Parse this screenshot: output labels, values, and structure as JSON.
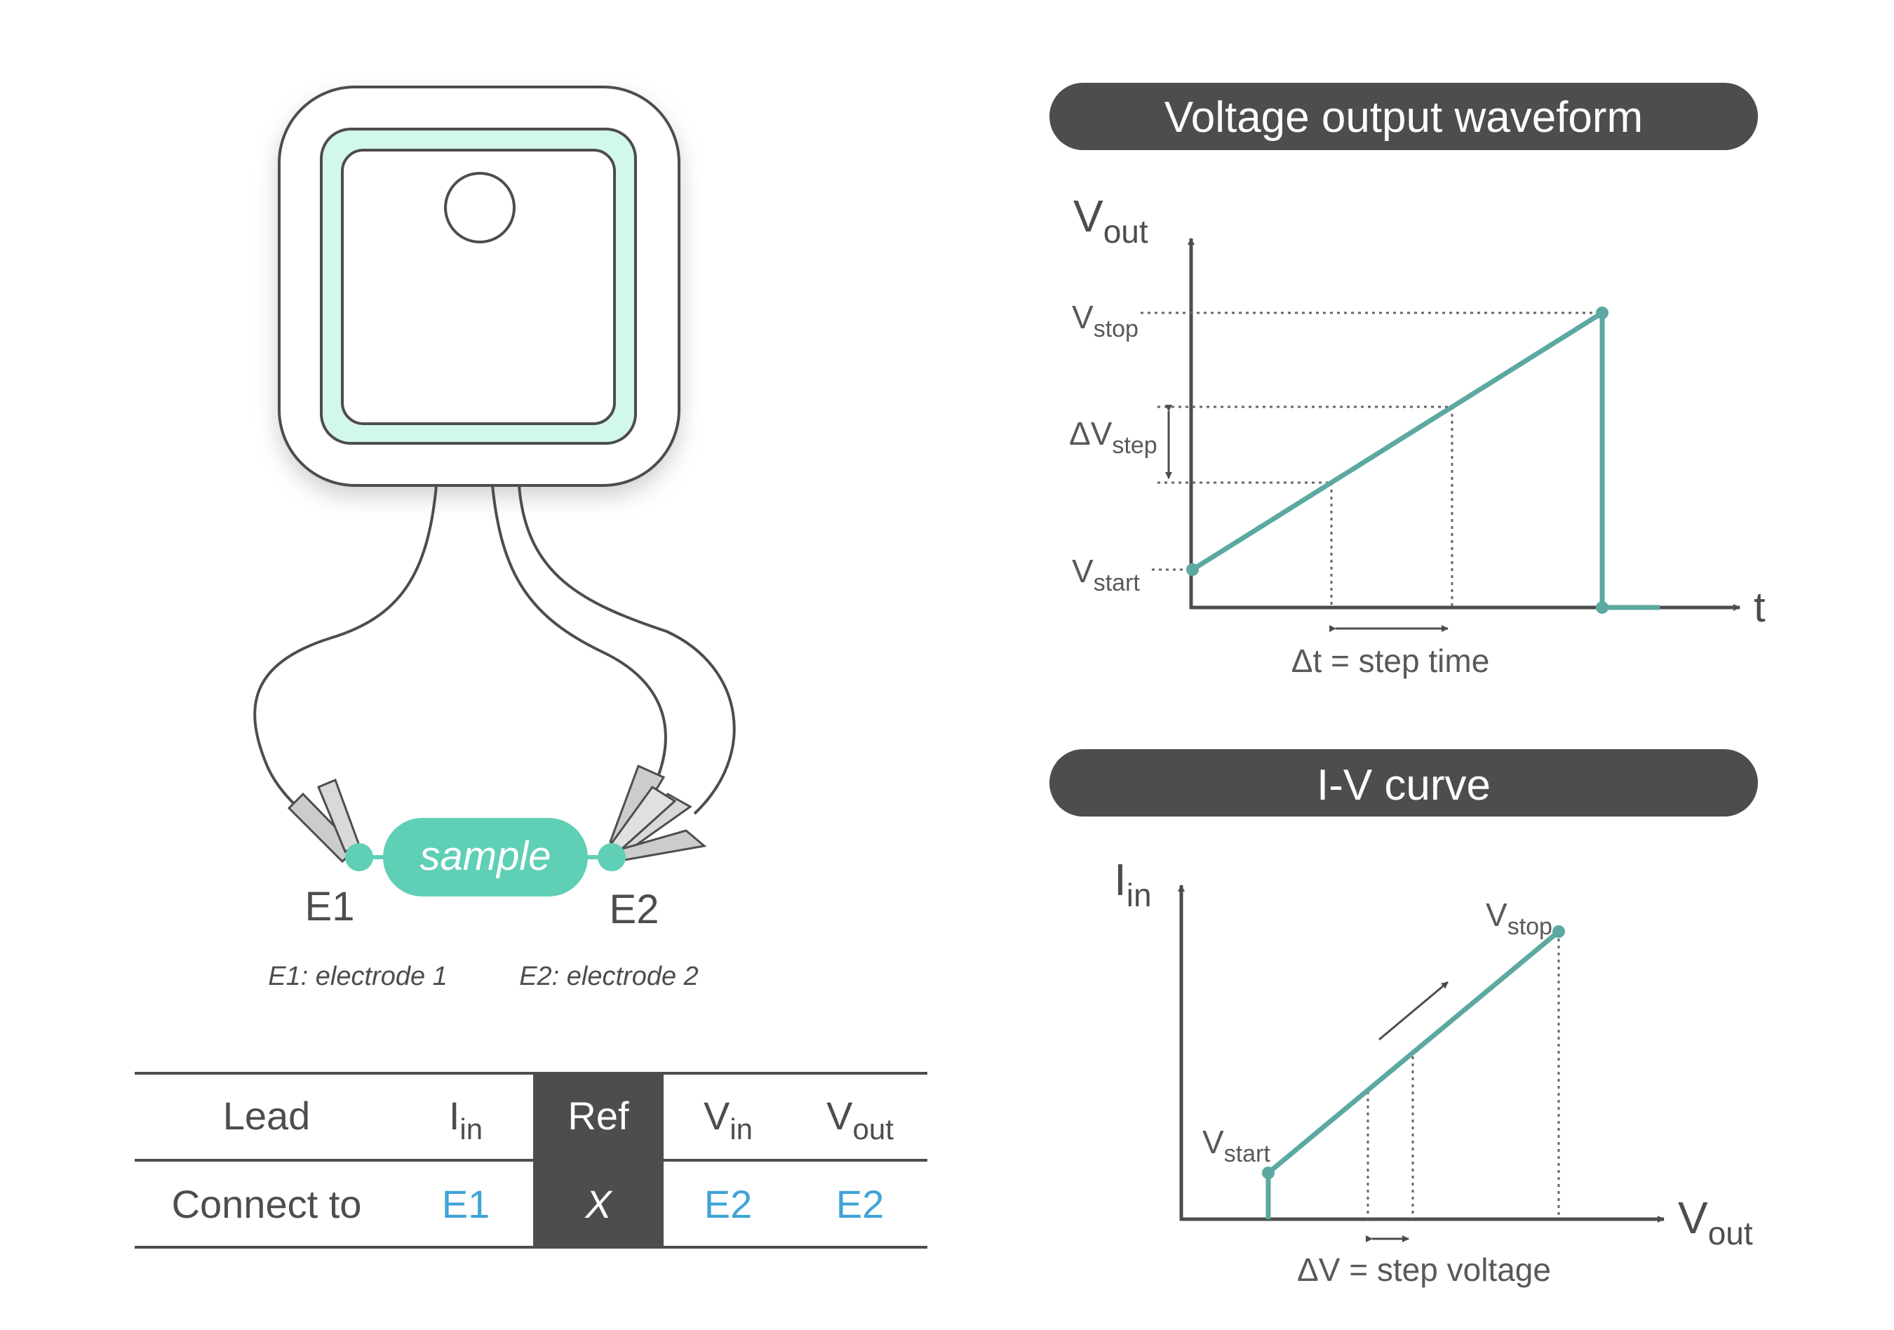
{
  "device": {
    "sample_label": "sample",
    "e1_label": "E1",
    "e2_label": "E2",
    "e1_desc": "E1: electrode 1",
    "e2_desc": "E2: electrode 2"
  },
  "table": {
    "header": {
      "lead": "Lead",
      "iin_main": "I",
      "iin_sub": "in",
      "ref": "Ref",
      "vin_main": "V",
      "vin_sub": "in",
      "vout_main": "V",
      "vout_sub": "out"
    },
    "row": {
      "label": "Connect to",
      "iin": "E1",
      "ref": "X",
      "vin": "E2",
      "vout": "E2"
    }
  },
  "waveform": {
    "title": "Voltage output waveform",
    "y_main": "V",
    "y_sub": "out",
    "x_label": "t",
    "vstop_main": "V",
    "vstop_sub": "stop",
    "dvstep_main": "ΔV",
    "dvstep_sub": "step",
    "vstart_main": "V",
    "vstart_sub": "start",
    "step_time": "Δt = step time"
  },
  "iv": {
    "title": "I-V curve",
    "y_main": "I",
    "y_sub": "in",
    "x_main": "V",
    "x_sub": "out",
    "vstop_main": "V",
    "vstop_sub": "stop",
    "vstart_main": "V",
    "vstart_sub": "start",
    "step_voltage": "ΔV = step voltage"
  },
  "colors": {
    "teal": "#5ba9a0",
    "teal_light": "#d2f7ec",
    "sample": "#5fcfb5",
    "dark": "#4d4d4d",
    "blue": "#3fa3d6"
  }
}
